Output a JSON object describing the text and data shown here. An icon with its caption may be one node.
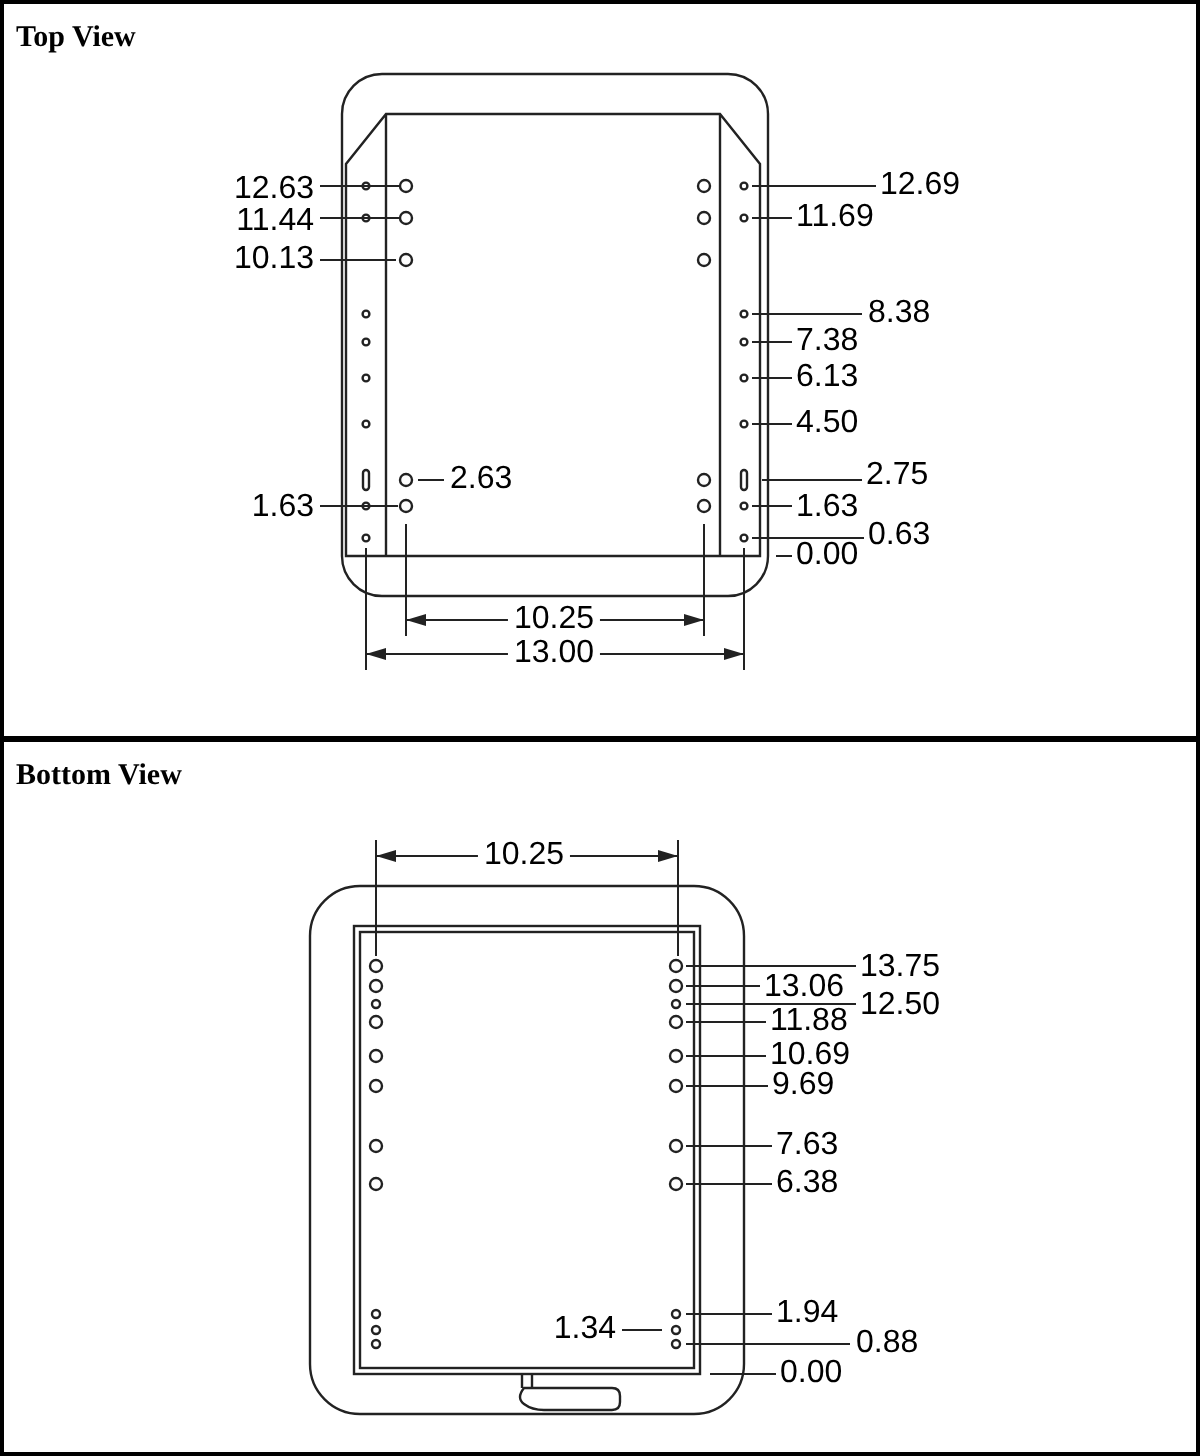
{
  "diagram": {
    "nodes": [
      {
        "text": [
          "Top View"
        ]
      },
      {
        "text": [
          "Bottom View"
        ]
      }
    ],
    "labels": [
      "12.63",
      "12.69",
      "11.44",
      "11.69",
      "10.13",
      "8.38",
      "7.38",
      "6.13",
      "4.50",
      "2.63",
      "2.75",
      "1.63",
      "1.63",
      "0.63",
      "0.00",
      "10.25",
      "13.00",
      "10.25",
      "13.75",
      "13.06",
      "12.50",
      "11.88",
      "10.69",
      "9.69",
      "7.63",
      "6.38",
      "1.94",
      "1.34",
      "0.88",
      "0.00"
    ]
  }
}
